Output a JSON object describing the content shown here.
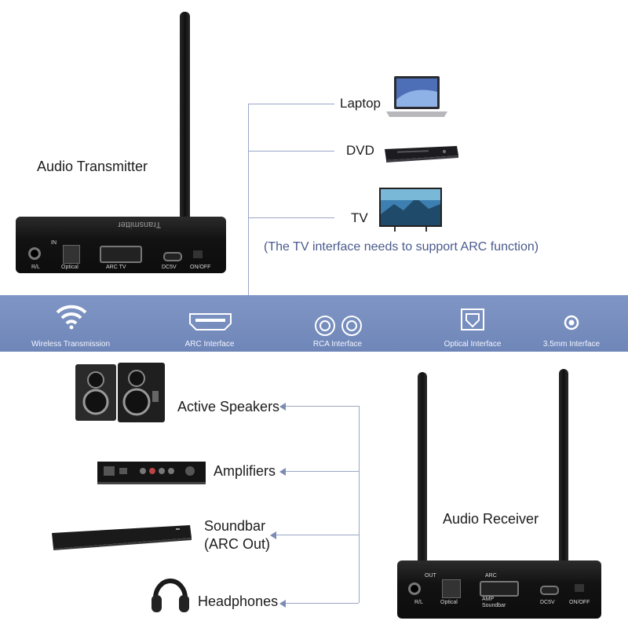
{
  "transmitter": {
    "title": "Audio Transmitter",
    "brand": "Transmitter",
    "ports": {
      "in": "IN",
      "rl": "R/L",
      "optical": "Optical",
      "arc": "ARC TV",
      "dc": "DC5V",
      "power": "ON/OFF"
    }
  },
  "sources": [
    {
      "label": "Laptop",
      "icon": "laptop-icon"
    },
    {
      "label": "DVD",
      "icon": "dvd-player-icon"
    },
    {
      "label": "TV",
      "icon": "tv-icon"
    }
  ],
  "tv_note": "(The TV interface needs to support ARC function)",
  "features": [
    {
      "label": "Wireless Transmission",
      "icon": "wifi-icon"
    },
    {
      "label": "ARC Interface",
      "icon": "hdmi-port-icon"
    },
    {
      "label": "RCA Interface",
      "icon": "rca-port-icon"
    },
    {
      "label": "Optical Interface",
      "icon": "optical-port-icon"
    },
    {
      "label": "3.5mm Interface",
      "icon": "audio-jack-icon"
    }
  ],
  "outputs": [
    {
      "label": "Active Speakers",
      "icon": "speakers-icon"
    },
    {
      "label": "Amplifiers",
      "icon": "amplifier-icon"
    },
    {
      "label": "Soundbar",
      "label2": "(ARC Out)",
      "icon": "soundbar-icon"
    },
    {
      "label": "Headphones",
      "icon": "headphones-icon"
    }
  ],
  "receiver": {
    "title": "Audio Receiver",
    "ports": {
      "out": "OUT",
      "rl": "R/L",
      "optical": "Optical",
      "arc": "ARC",
      "amp": "AMP",
      "soundbar": "Soundbar",
      "dc": "DC5V",
      "power": "ON/OFF"
    }
  },
  "colors": {
    "band": "#7388bb",
    "note": "#4a5a8c",
    "device": "#151515"
  }
}
